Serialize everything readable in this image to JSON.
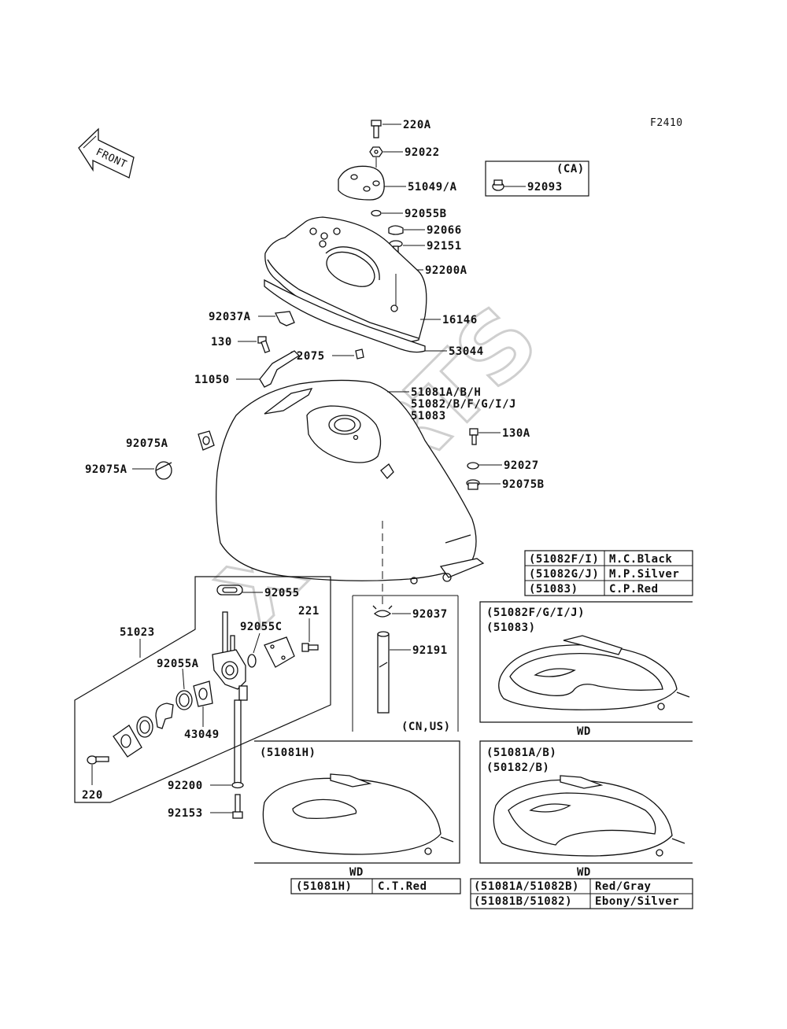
{
  "diagram_id": "F2410",
  "front_label": "FRONT",
  "watermark": "XPARTS",
  "ca_box": {
    "header": "(CA)",
    "part": "92093"
  },
  "cn_us_label": "(CN,US)",
  "part_labels": {
    "p220A": "220A",
    "p92022": "92022",
    "p51049": "51049/A",
    "p92055B": "92055B",
    "p92066": "92066",
    "p92151": "92151",
    "p92200A": "92200A",
    "p92037A": "92037A",
    "p16146": "16146",
    "p130": "130",
    "p92075": "92075",
    "p53044": "53044",
    "p11050": "11050",
    "p51081a": "51081A/B/H",
    "p51081b": "51082/B/F/G/I/J",
    "p51081c": "51083",
    "p92075A1": "92075A",
    "p92075A2": "92075A",
    "p130A": "130A",
    "p92027": "92027",
    "p92075B": "92075B",
    "p92055": "92055",
    "p51023": "51023",
    "p221": "221",
    "p92055C": "92055C",
    "p92055A": "92055A",
    "p43049": "43049",
    "p220": "220",
    "p92200": "92200",
    "p92153": "92153",
    "p92037": "92037",
    "p92191": "92191"
  },
  "color_table_top": [
    {
      "code": "(51082F/I)",
      "color": "M.C.Black"
    },
    {
      "code": "(51082G/J)",
      "color": "M.P.Silver"
    },
    {
      "code": "(51083)",
      "color": "C.P.Red"
    }
  ],
  "variant_top_right": {
    "line1": "(51082F/G/I/J)",
    "line2": "(51083)",
    "caption": "WD"
  },
  "variant_bottom_left": {
    "line1": "(51081H)",
    "caption": "WD"
  },
  "variant_bottom_right": {
    "line1": "(51081A/B)",
    "line2": "(50182/B)",
    "caption": "WD"
  },
  "color_table_left": [
    {
      "code": "(51081H)",
      "color": "C.T.Red"
    }
  ],
  "color_table_right": [
    {
      "code": "(51081A/51082B)",
      "color": "Red/Gray"
    },
    {
      "code": "(51081B/51082)",
      "color": "Ebony/Silver"
    }
  ]
}
